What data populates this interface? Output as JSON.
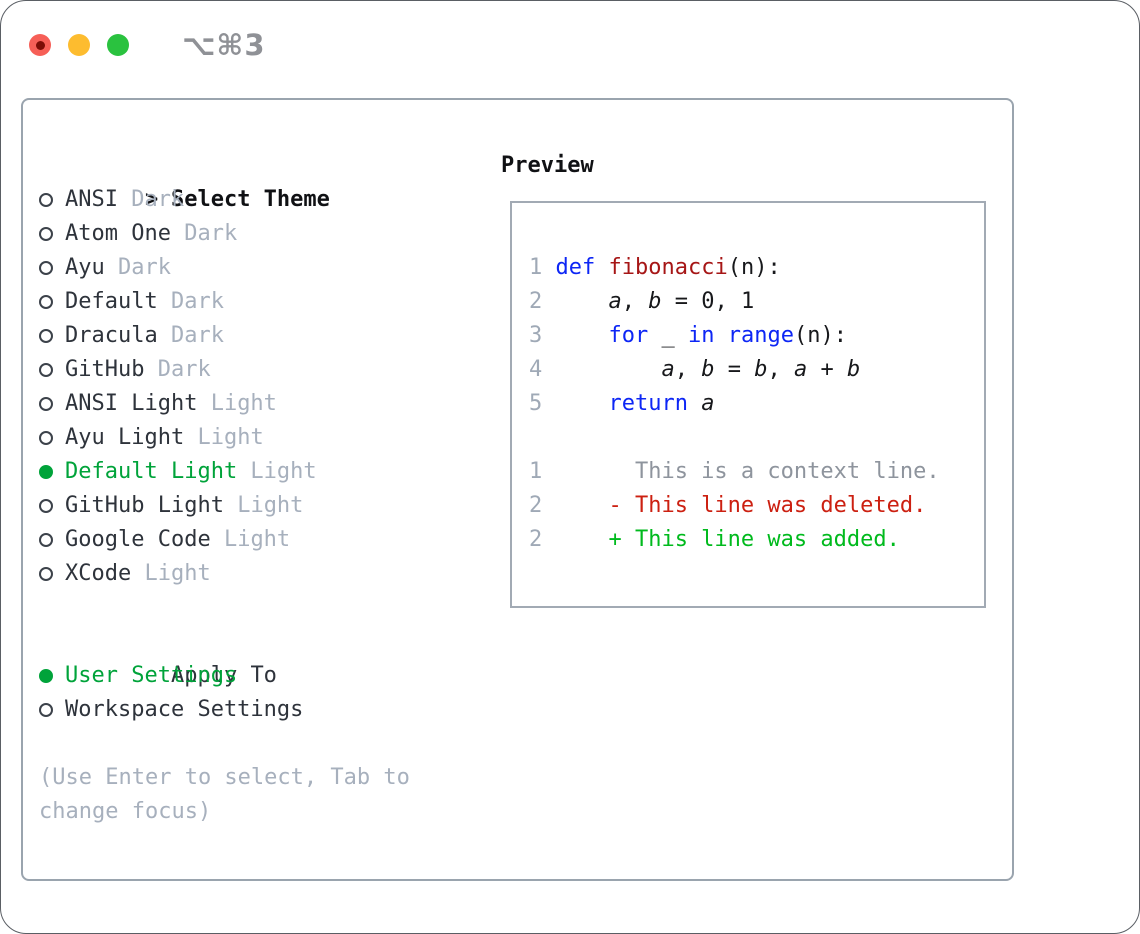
{
  "titlebar": {
    "shortcut": "⌥⌘3",
    "buttons": [
      "close-button",
      "minimize-button",
      "zoom-button"
    ]
  },
  "colors": {
    "traffic_red": "#f65f57",
    "traffic_red_inner": "#7c0d06",
    "traffic_yellow": "#fdbc2f",
    "traffic_green": "#2ac23f",
    "selection_green": "#00a33a",
    "added_green": "#00ba1d",
    "deleted_red": "#cc2011",
    "keyword_blue": "#0d26f5",
    "function_red": "#a61616",
    "muted_gray": "#a7b0bd",
    "line_number_gray": "#9fa9b6",
    "context_gray": "#8e949d",
    "text_dark": "#2e333b"
  },
  "theme_list": {
    "cursor": ">",
    "heading": "Select Theme",
    "items": [
      {
        "name": "ANSI",
        "variant": "Dark",
        "selected": false
      },
      {
        "name": "Atom One",
        "variant": "Dark",
        "selected": false
      },
      {
        "name": "Ayu",
        "variant": "Dark",
        "selected": false
      },
      {
        "name": "Default",
        "variant": "Dark",
        "selected": false
      },
      {
        "name": "Dracula",
        "variant": "Dark",
        "selected": false
      },
      {
        "name": "GitHub",
        "variant": "Dark",
        "selected": false
      },
      {
        "name": "ANSI Light",
        "variant": "Light",
        "selected": false
      },
      {
        "name": "Ayu Light",
        "variant": "Light",
        "selected": false
      },
      {
        "name": "Default Light",
        "variant": "Light",
        "selected": true
      },
      {
        "name": "GitHub Light",
        "variant": "Light",
        "selected": false
      },
      {
        "name": "Google Code",
        "variant": "Light",
        "selected": false
      },
      {
        "name": "XCode",
        "variant": "Light",
        "selected": false
      }
    ]
  },
  "apply_to": {
    "heading": "Apply To",
    "options": [
      {
        "label": "User Settings",
        "selected": true
      },
      {
        "label": "Workspace Settings",
        "selected": false
      }
    ]
  },
  "help_text": {
    "line1": "(Use Enter to select, Tab to",
    "line2": "change focus)"
  },
  "preview": {
    "heading": "Preview",
    "code_lines": [
      {
        "num": "1",
        "tokens": [
          {
            "text": "def",
            "cls": "kw"
          },
          {
            "text": " "
          },
          {
            "text": "fibonacci",
            "cls": "fn"
          },
          {
            "text": "(n):"
          }
        ]
      },
      {
        "num": "2",
        "tokens": [
          {
            "text": "    "
          },
          {
            "text": "a",
            "cls": "var"
          },
          {
            "text": ", "
          },
          {
            "text": "b",
            "cls": "var"
          },
          {
            "text": " = "
          },
          {
            "text": "0, 1"
          }
        ]
      },
      {
        "num": "3",
        "tokens": [
          {
            "text": "    "
          },
          {
            "text": "for",
            "cls": "kw"
          },
          {
            "text": " _ "
          },
          {
            "text": "in",
            "cls": "kw"
          },
          {
            "text": " "
          },
          {
            "text": "range",
            "cls": "kw"
          },
          {
            "text": "(n):"
          }
        ]
      },
      {
        "num": "4",
        "tokens": [
          {
            "text": "        "
          },
          {
            "text": "a",
            "cls": "var"
          },
          {
            "text": ", "
          },
          {
            "text": "b",
            "cls": "var"
          },
          {
            "text": " = "
          },
          {
            "text": "b",
            "cls": "var"
          },
          {
            "text": ", "
          },
          {
            "text": "a",
            "cls": "var"
          },
          {
            "text": " + "
          },
          {
            "text": "b",
            "cls": "var"
          }
        ]
      },
      {
        "num": "5",
        "tokens": [
          {
            "text": "    "
          },
          {
            "text": "return",
            "cls": "kw"
          },
          {
            "text": " "
          },
          {
            "text": "a",
            "cls": "var"
          }
        ]
      }
    ],
    "diff_lines": [
      {
        "num": "1",
        "marker": "",
        "text": "This is a context line.",
        "type": "context"
      },
      {
        "num": "2",
        "marker": "-",
        "text": "This line was deleted.",
        "type": "deleted"
      },
      {
        "num": "2",
        "marker": "+",
        "text": "This line was added.",
        "type": "added"
      }
    ]
  }
}
